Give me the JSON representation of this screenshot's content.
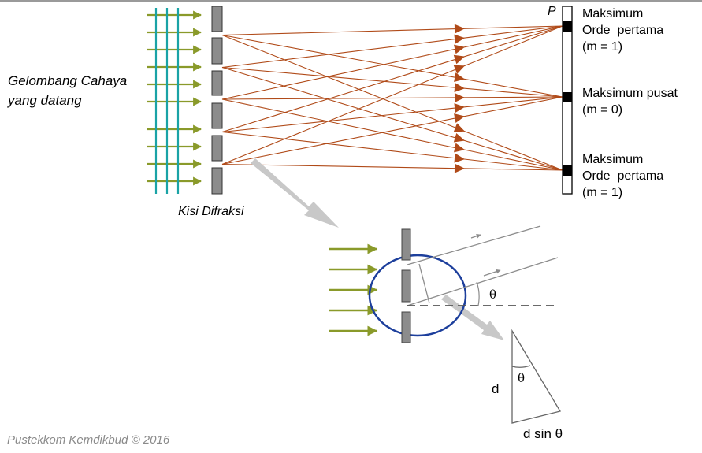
{
  "labels": {
    "incoming_light": [
      "Gelombang Cahaya",
      "yang datang"
    ],
    "grating": "Kisi Difraksi",
    "screen_point": "P",
    "max_first_top": [
      "Maksimum",
      "Orde  pertama",
      "(m = 1)"
    ],
    "max_central": [
      "Maksimum pusat",
      "(m = 0)"
    ],
    "max_first_bottom": [
      "Maksimum",
      "Orde  pertama",
      "(m = 1)"
    ],
    "theta": "θ",
    "theta_triangle": "θ",
    "d": "d",
    "d_sin_theta": "d sin θ",
    "credit": "Pustekkom Kemdikbud © 2016"
  },
  "colors": {
    "wave_green": "#8a9a2a",
    "wavefront_teal": "#1aa3a6",
    "ray_brown": "#b04a18",
    "slit_gray": "#8c8c8c",
    "circle_blue": "#1d3f9c",
    "zoom_arrow": "#c8c8c8",
    "ray_gray": "#8c8c8c",
    "credit_gray": "#8a8a8a"
  }
}
